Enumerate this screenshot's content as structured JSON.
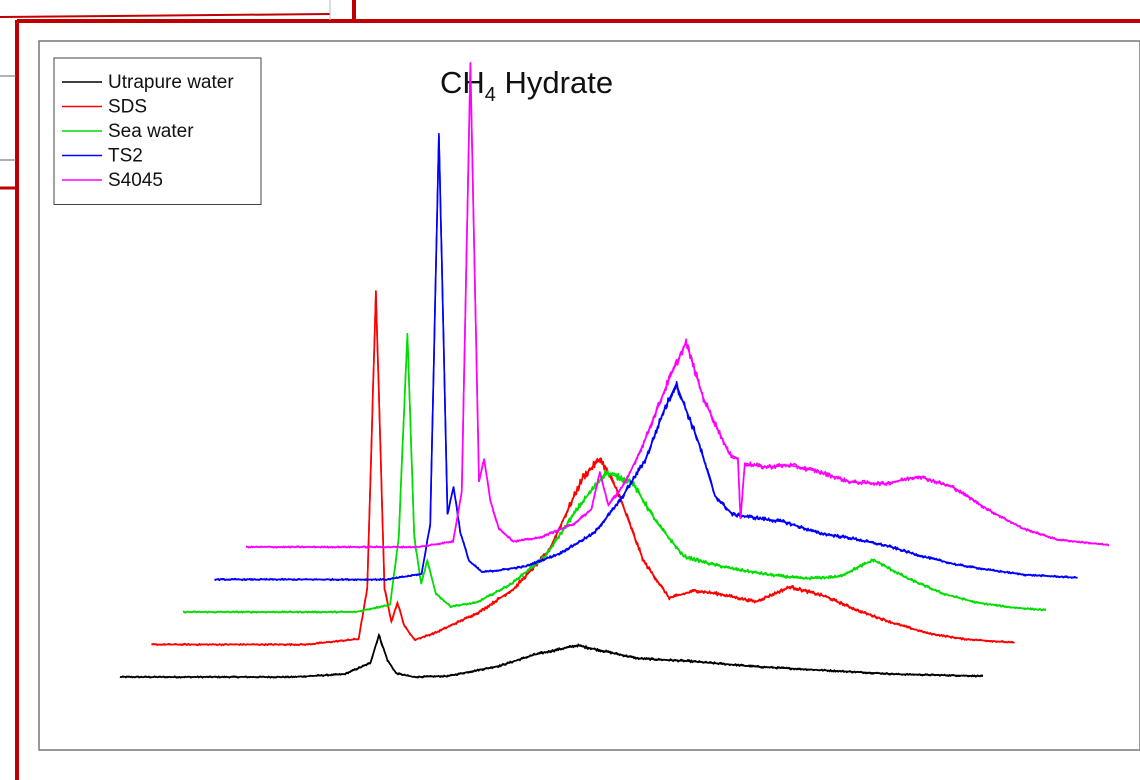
{
  "chart_data": {
    "type": "line",
    "title": "CH",
    "title_subscript": "4",
    "title_suffix": " Hydrate",
    "xlabel": "",
    "ylabel": "",
    "grid": false,
    "legend_position": "top-left",
    "axes_visible": false,
    "layout_style": "waterfall-offset",
    "xlim": [
      0,
      100
    ],
    "ylim": [
      0,
      100
    ],
    "series": [
      {
        "name": "Utrapure water",
        "color": "#000000",
        "x": [
          0,
          20,
          26,
          29,
          30,
          31,
          32,
          34,
          38,
          44,
          48,
          53,
          56,
          60,
          66,
          74,
          82,
          90,
          100
        ],
        "y": [
          4,
          4,
          4.3,
          5.5,
          8.5,
          5.8,
          4.4,
          4,
          4.1,
          5.2,
          6.4,
          7.4,
          6.8,
          6,
          5.7,
          5.1,
          4.7,
          4.3,
          4.1
        ]
      },
      {
        "name": "SDS",
        "color": "#ff0000",
        "x": [
          0,
          18,
          24,
          25,
          26,
          27,
          27.8,
          28.5,
          29.3,
          30.5,
          33,
          38,
          42,
          46,
          50,
          52,
          54,
          57,
          60,
          63,
          66,
          70,
          74,
          78,
          82,
          86,
          90,
          94,
          100
        ],
        "y": [
          4,
          4,
          4.6,
          10,
          42,
          10,
          6.5,
          8.5,
          6,
          4.5,
          5.3,
          7.5,
          10,
          14,
          22,
          24,
          20.5,
          13,
          9,
          9.8,
          9.4,
          8.6,
          10.2,
          9.2,
          7.6,
          6.3,
          5.2,
          4.6,
          4.2
        ]
      },
      {
        "name": "Sea water",
        "color": "#00dd00",
        "x": [
          0,
          20,
          24,
          25,
          26,
          26.8,
          27.6,
          28.3,
          29.3,
          31,
          34,
          38,
          42,
          46,
          49,
          52,
          55,
          58,
          61,
          64,
          68,
          72,
          76,
          80,
          84,
          88,
          92,
          96,
          100
        ],
        "y": [
          4,
          4,
          4.8,
          12,
          34,
          12,
          7,
          9.5,
          6,
          4.6,
          5,
          7,
          10,
          15.5,
          19,
          18,
          13.5,
          10,
          9.2,
          8.6,
          8,
          7.6,
          7.8,
          9.6,
          7.6,
          6,
          5,
          4.5,
          4.2
        ]
      },
      {
        "name": "TS2",
        "color": "#0000ff",
        "x": [
          0,
          20,
          24,
          25,
          26,
          27,
          27.7,
          28.5,
          29.5,
          31,
          33,
          36,
          40,
          44,
          47,
          50,
          52,
          53.5,
          56,
          58,
          60,
          63,
          66,
          70,
          74,
          78,
          82,
          86,
          90,
          94,
          100
        ],
        "y": [
          4,
          4,
          4.6,
          10,
          52,
          11,
          14,
          9,
          6,
          4.8,
          5,
          5.4,
          6.8,
          9,
          12.5,
          17,
          22,
          25,
          19,
          13,
          11,
          10.6,
          10.2,
          9,
          8.4,
          7.6,
          6.5,
          5.6,
          5,
          4.5,
          4.2
        ]
      },
      {
        "name": "S4045",
        "color": "#ff00ff",
        "x": [
          0,
          20,
          24,
          25,
          26,
          27,
          27.6,
          28.3,
          29.3,
          31,
          34,
          38,
          40,
          41,
          42,
          44,
          46,
          49,
          51,
          53,
          56,
          57,
          57.3,
          57.8,
          60,
          63,
          66,
          70,
          74,
          78,
          82,
          86,
          90,
          94,
          100
        ],
        "y": [
          4,
          4,
          4.6,
          10,
          56,
          11,
          13.5,
          9,
          6,
          4.6,
          5,
          6.5,
          8,
          12,
          8.5,
          11,
          15,
          22,
          26,
          20,
          14,
          13.5,
          7,
          13,
          12.6,
          12.8,
          12.2,
          11,
          10.8,
          11.6,
          10.4,
          8,
          6,
          4.8,
          4.2
        ]
      }
    ]
  }
}
